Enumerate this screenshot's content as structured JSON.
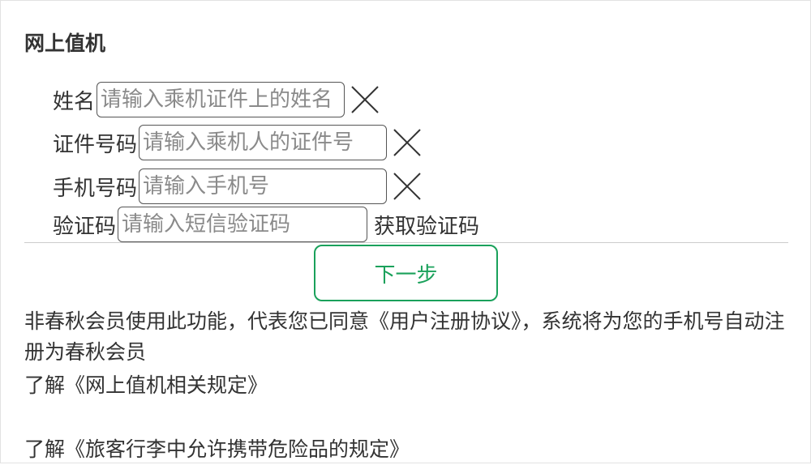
{
  "page": {
    "title": "网上值机"
  },
  "form": {
    "name": {
      "label": "姓名",
      "placeholder": "请输入乘机证件上的姓名",
      "value": ""
    },
    "id_number": {
      "label": "证件号码",
      "placeholder": "请输入乘机人的证件号",
      "value": ""
    },
    "phone": {
      "label": "手机号码",
      "placeholder": "请输入手机号",
      "value": ""
    },
    "code": {
      "label": "验证码",
      "placeholder": "请输入短信验证码",
      "value": "",
      "get_code_label": "获取验证码"
    },
    "clear_icon": "close-x-icon"
  },
  "actions": {
    "next_label": "下一步"
  },
  "notice": {
    "text": "非春秋会员使用此功能，代表您已同意《用户注册协议》，系统将为您的手机号自动注册为春秋会员",
    "link_checkin_rules": "了解《网上值机相关规定》",
    "link_dangerous_goods": "了解《旅客行李中允许携带危险品的规定》"
  },
  "colors": {
    "accent": "#1aa15b",
    "text": "#333333",
    "border": "#555555",
    "placeholder": "#8a8a8a"
  }
}
